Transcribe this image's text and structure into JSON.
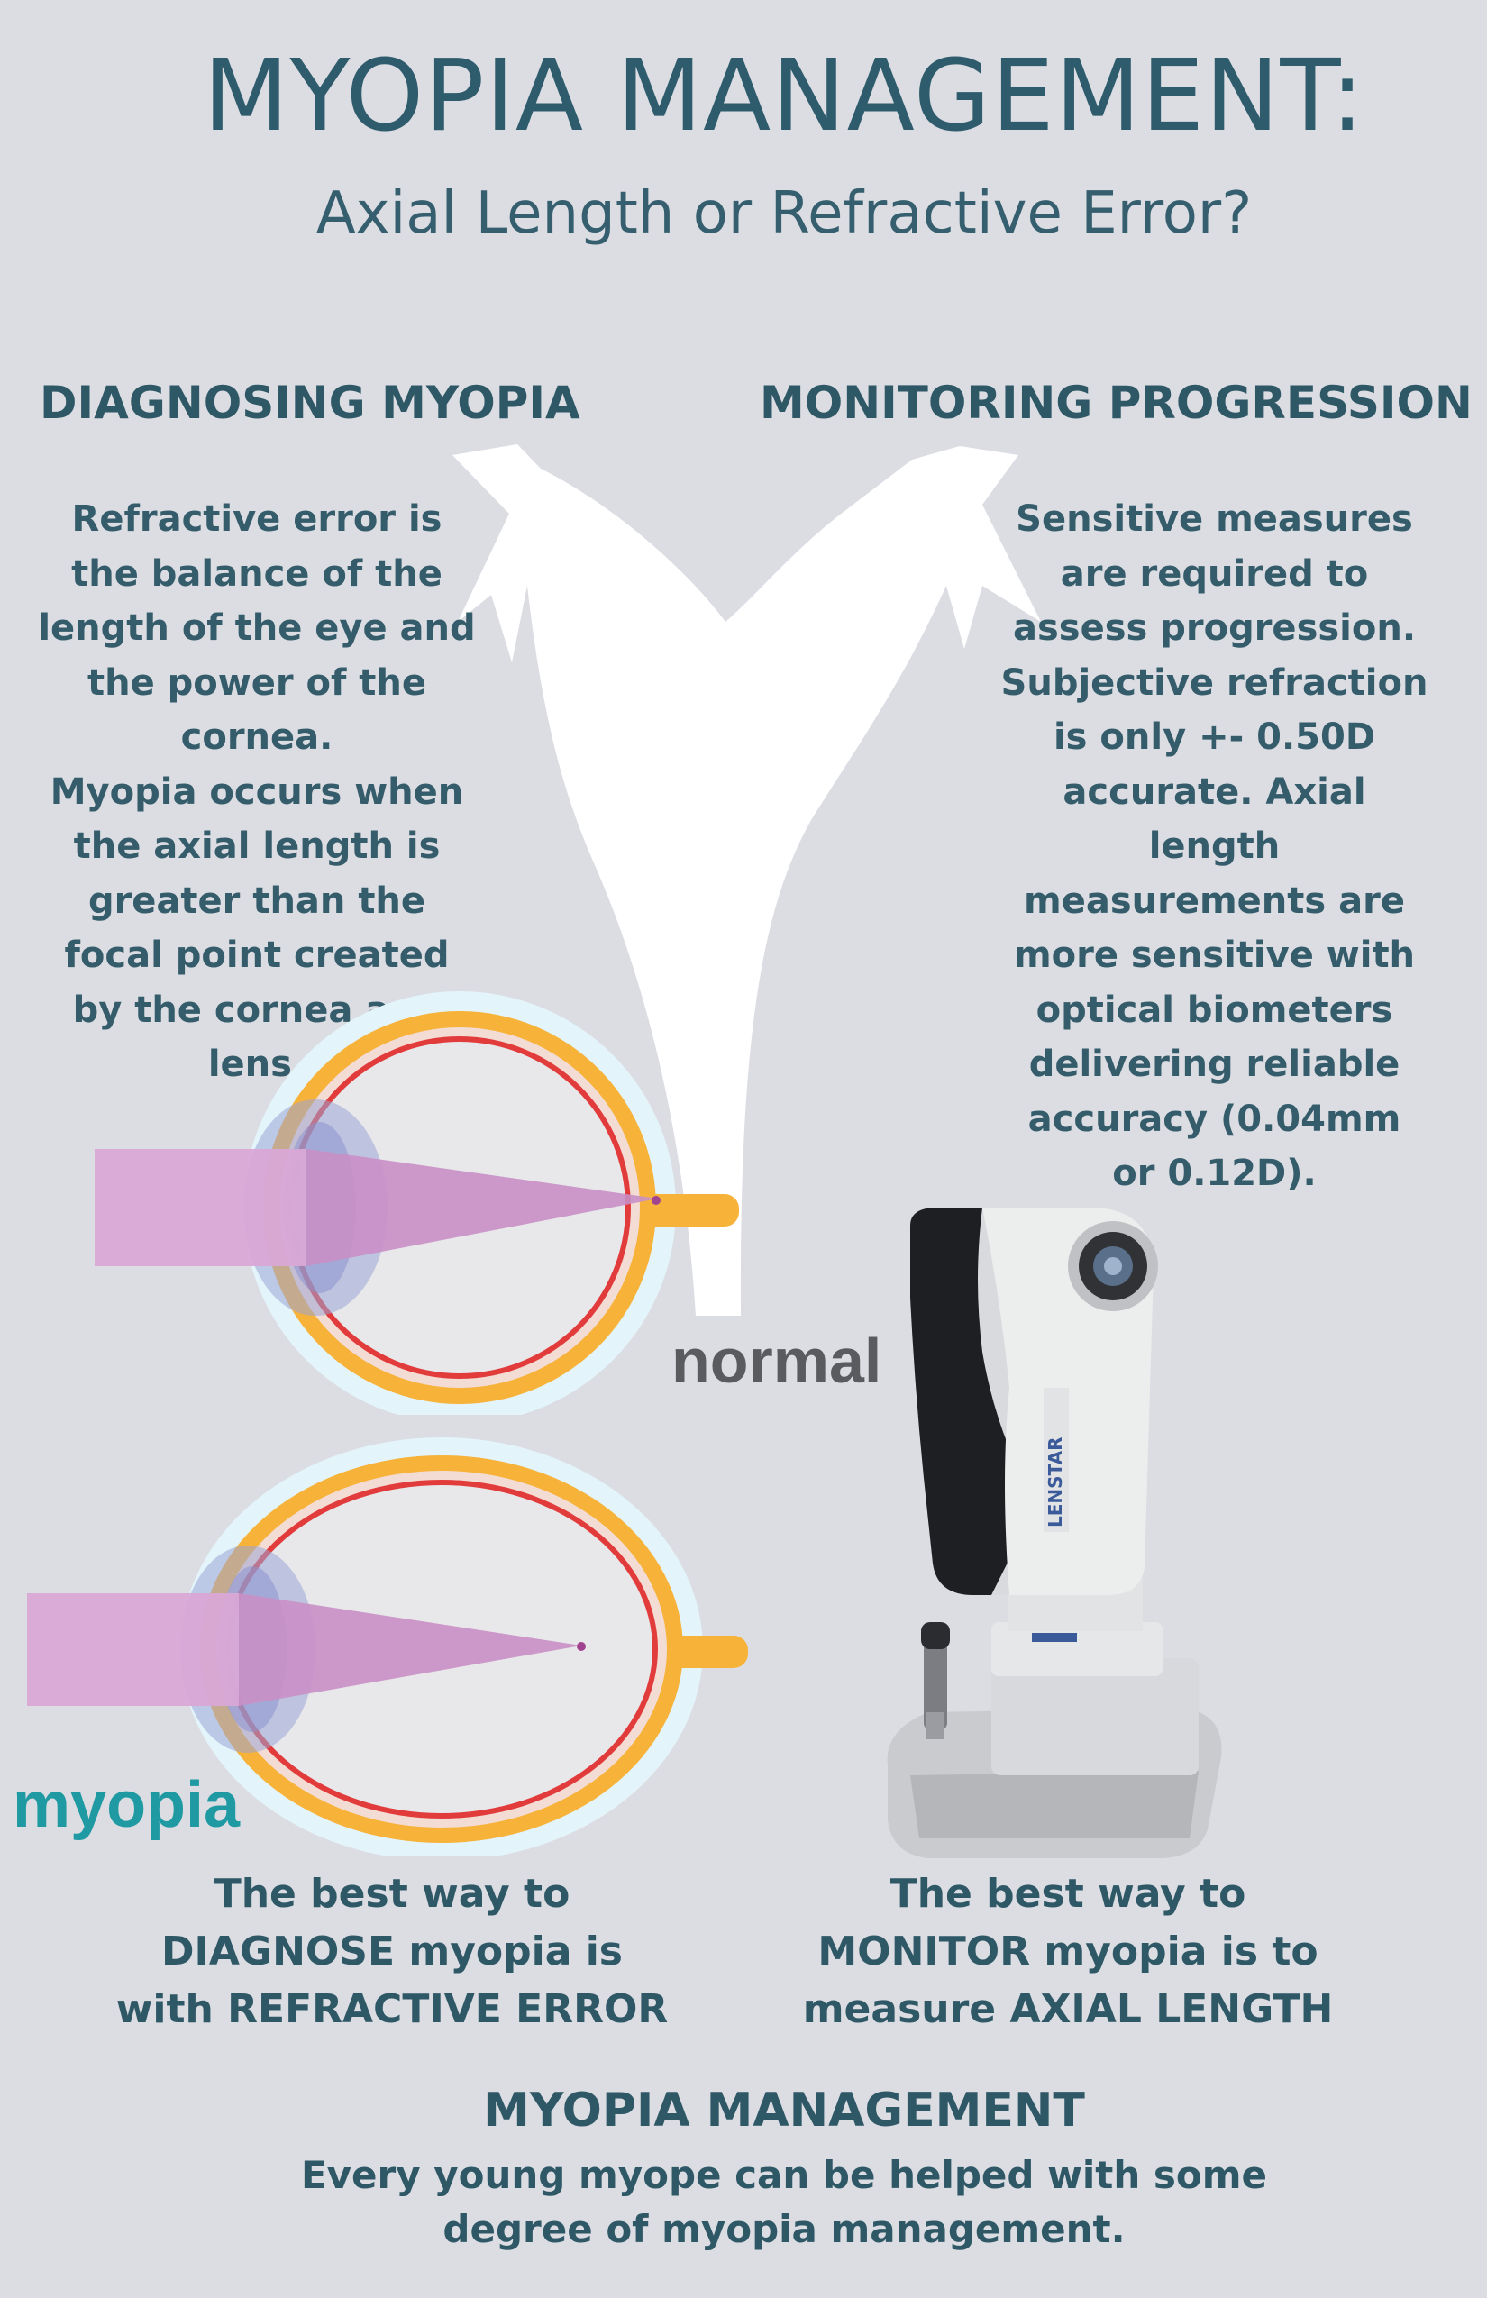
{
  "header": {
    "title": "MYOPIA MANAGEMENT:",
    "subtitle": "Axial Length or Refractive Error?"
  },
  "left": {
    "heading": "DIAGNOSING MYOPIA",
    "lines": [
      "Refractive error is",
      "the balance of the",
      "length of the eye and",
      "the power of the",
      "cornea.",
      "Myopia occurs when",
      "the axial length is",
      "greater than the",
      "focal point created",
      "by the cornea and",
      "lens."
    ]
  },
  "right": {
    "heading": "MONITORING PROGRESSION",
    "lines": [
      "Sensitive measures",
      "are required to",
      "assess progression.",
      "Subjective refraction",
      "is only +- 0.50D",
      "accurate. Axial",
      "length",
      "measurements are",
      "more sensitive with",
      "optical biometers",
      "delivering reliable",
      "accuracy (0.04mm",
      "or 0.12D)."
    ]
  },
  "illustrations": {
    "normal_label": "normal",
    "myopia_label": "myopia",
    "device_brand": "LENSTAR"
  },
  "bottom_left": {
    "lines": [
      "The best way to",
      "DIAGNOSE myopia is",
      "with REFRACTIVE ERROR"
    ]
  },
  "bottom_right": {
    "lines": [
      "The best way to",
      "MONITOR myopia is to",
      "measure AXIAL LENGTH"
    ]
  },
  "footer": {
    "heading": "MYOPIA MANAGEMENT",
    "lines": [
      "Every young myope can be helped with some",
      "degree of myopia management."
    ]
  },
  "colors": {
    "background": "#dcdde3",
    "text": "#2f5867",
    "arrow": "#ffffff",
    "light_beam": "#d9a8d6",
    "sclera": "#f7b23a",
    "retina": "#e23b3b",
    "myopia_label": "#1f9aa2",
    "normal_label": "#595b5f"
  }
}
